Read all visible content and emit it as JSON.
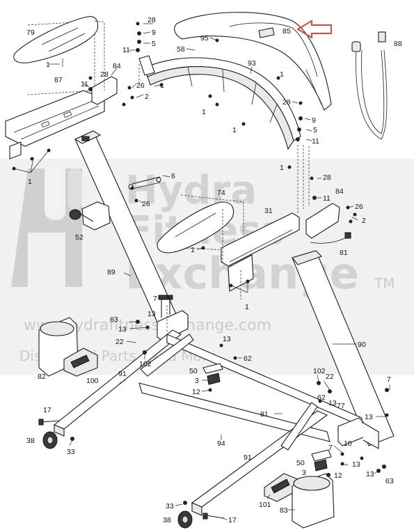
{
  "watermark": {
    "line1": "Hydra",
    "line2": "Fitness",
    "line3": "Exchange",
    "trademark": "TM",
    "url": "www.hydrafitnessexchange.com",
    "tagline": "Discounts | Parts | And More"
  },
  "highlight_arrow_color": "#e0443c",
  "callouts": [
    {
      "id": "79",
      "text": "79"
    },
    {
      "id": "28a",
      "text": "28"
    },
    {
      "id": "9a",
      "text": "9"
    },
    {
      "id": "11a",
      "text": "11"
    },
    {
      "id": "5a",
      "text": "5"
    },
    {
      "id": "95",
      "text": "95"
    },
    {
      "id": "85",
      "text": "85"
    },
    {
      "id": "88",
      "text": "88"
    },
    {
      "id": "58",
      "text": "58"
    },
    {
      "id": "1a",
      "text": "1"
    },
    {
      "id": "28b",
      "text": "28"
    },
    {
      "id": "84a",
      "text": "84"
    },
    {
      "id": "87",
      "text": "87"
    },
    {
      "id": "11b",
      "text": "11"
    },
    {
      "id": "26a",
      "text": "26"
    },
    {
      "id": "2a",
      "text": "2"
    },
    {
      "id": "1b",
      "text": "1"
    },
    {
      "id": "93",
      "text": "93"
    },
    {
      "id": "1c",
      "text": "1"
    },
    {
      "id": "1d",
      "text": "1"
    },
    {
      "id": "1e",
      "text": "1"
    },
    {
      "id": "28c",
      "text": "28"
    },
    {
      "id": "9b",
      "text": "9"
    },
    {
      "id": "5b",
      "text": "5"
    },
    {
      "id": "11c",
      "text": "11"
    },
    {
      "id": "1f",
      "text": "1"
    },
    {
      "id": "1g",
      "text": "1"
    },
    {
      "id": "6",
      "text": "6"
    },
    {
      "id": "26b",
      "text": "26"
    },
    {
      "id": "28d",
      "text": "28"
    },
    {
      "id": "74",
      "text": "74"
    },
    {
      "id": "11d",
      "text": "11"
    },
    {
      "id": "84b",
      "text": "84"
    },
    {
      "id": "26c",
      "text": "26"
    },
    {
      "id": "2b",
      "text": "2"
    },
    {
      "id": "31",
      "text": "31"
    },
    {
      "id": "52",
      "text": "52"
    },
    {
      "id": "1h",
      "text": "1"
    },
    {
      "id": "81a",
      "text": "81"
    },
    {
      "id": "89",
      "text": "89"
    },
    {
      "id": "1i",
      "text": "1"
    },
    {
      "id": "7a",
      "text": "7"
    },
    {
      "id": "63a",
      "text": "63"
    },
    {
      "id": "13a",
      "text": "13"
    },
    {
      "id": "13b",
      "text": "13"
    },
    {
      "id": "22a",
      "text": "22"
    },
    {
      "id": "102a",
      "text": "102"
    },
    {
      "id": "90",
      "text": "90"
    },
    {
      "id": "13c",
      "text": "13"
    },
    {
      "id": "62a",
      "text": "62"
    },
    {
      "id": "82",
      "text": "82"
    },
    {
      "id": "100",
      "text": "100"
    },
    {
      "id": "50a",
      "text": "50"
    },
    {
      "id": "91a",
      "text": "91"
    },
    {
      "id": "3a",
      "text": "3"
    },
    {
      "id": "12a",
      "text": "12"
    },
    {
      "id": "102b",
      "text": "102"
    },
    {
      "id": "22b",
      "text": "22"
    },
    {
      "id": "7b",
      "text": "7"
    },
    {
      "id": "62b",
      "text": "62"
    },
    {
      "id": "13d",
      "text": "13"
    },
    {
      "id": "77",
      "text": "77"
    },
    {
      "id": "17a",
      "text": "17"
    },
    {
      "id": "81b",
      "text": "81"
    },
    {
      "id": "13e",
      "text": "13"
    },
    {
      "id": "38a",
      "text": "38"
    },
    {
      "id": "94",
      "text": "94"
    },
    {
      "id": "10",
      "text": "10"
    },
    {
      "id": "7c",
      "text": "7"
    },
    {
      "id": "33a",
      "text": "33"
    },
    {
      "id": "91b",
      "text": "91"
    },
    {
      "id": "13f",
      "text": "13"
    },
    {
      "id": "50b",
      "text": "50"
    },
    {
      "id": "3b",
      "text": "3"
    },
    {
      "id": "12b",
      "text": "12"
    },
    {
      "id": "13g",
      "text": "13"
    },
    {
      "id": "63b",
      "text": "63"
    },
    {
      "id": "101",
      "text": "101"
    },
    {
      "id": "33b",
      "text": "33"
    },
    {
      "id": "83",
      "text": "83"
    },
    {
      "id": "38b",
      "text": "38"
    },
    {
      "id": "17b",
      "text": "17"
    }
  ]
}
